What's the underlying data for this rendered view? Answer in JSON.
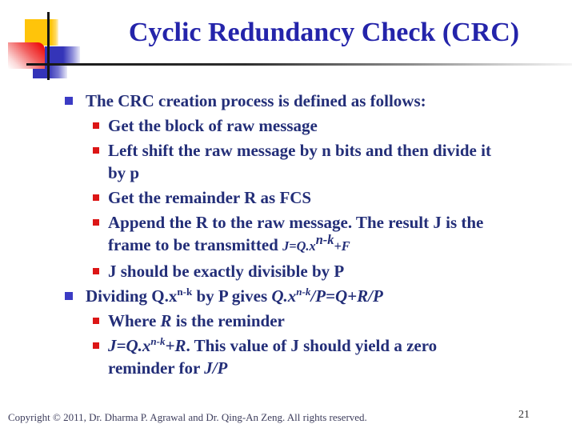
{
  "slide": {
    "title": "Cyclic Redundancy Check (CRC)",
    "footer": "Copyright © 2011, Dr. Dharma P. Agrawal and Dr. Qing-An Zeng. All rights reserved.",
    "page_number": "21"
  },
  "colors": {
    "title": "#2424aa",
    "body": "#232e78",
    "bullet_level1": "#3b3bc4",
    "bullet_level2": "#dc1616",
    "deco_yellow": "#ffc40a",
    "deco_red": "#ee1111",
    "deco_blue": "#3434b8"
  },
  "bullets": [
    {
      "level": 1,
      "segments": [
        {
          "t": "The CRC creation process is defined as follows:"
        }
      ]
    },
    {
      "level": 2,
      "segments": [
        {
          "t": "Get the block of raw message"
        }
      ]
    },
    {
      "level": 2,
      "segments": [
        {
          "t": "Left shift the raw message by n bits and then divide it"
        },
        {
          "br": true
        },
        {
          "t": "by p"
        }
      ]
    },
    {
      "level": 2,
      "segments": [
        {
          "t": "Get the remainder R as FCS"
        }
      ]
    },
    {
      "level": 2,
      "segments": [
        {
          "t": "Append the R to the raw message. The result J is the"
        },
        {
          "br": true
        },
        {
          "t": "frame to be transmitted "
        },
        {
          "t": "J=Q.x",
          "i": true,
          "small": true
        },
        {
          "t": "n-k",
          "i": true,
          "small": true,
          "sup": true
        },
        {
          "t": "+F",
          "i": true,
          "small": true
        }
      ]
    },
    {
      "level": 2,
      "segments": [
        {
          "t": "J should be exactly divisible by P"
        }
      ]
    },
    {
      "level": 1,
      "segments": [
        {
          "t": "Dividing Q.x"
        },
        {
          "t": "n-k",
          "sup": true
        },
        {
          "t": " by P gives "
        },
        {
          "t": "Q.x",
          "i": true
        },
        {
          "t": "n-k",
          "i": true,
          "sup": true
        },
        {
          "t": "/P=Q+R/P",
          "i": true
        }
      ]
    },
    {
      "level": 2,
      "segments": [
        {
          "t": "Where "
        },
        {
          "t": "R",
          "i": true
        },
        {
          "t": " is the reminder"
        }
      ]
    },
    {
      "level": 2,
      "segments": [
        {
          "t": "J=Q.x",
          "i": true
        },
        {
          "t": "n-k",
          "i": true,
          "sup": true
        },
        {
          "t": "+R",
          "i": true
        },
        {
          "t": ". This value of J should yield a zero"
        },
        {
          "br": true
        },
        {
          "t": "reminder for "
        },
        {
          "t": "J/P",
          "i": true
        }
      ]
    }
  ]
}
